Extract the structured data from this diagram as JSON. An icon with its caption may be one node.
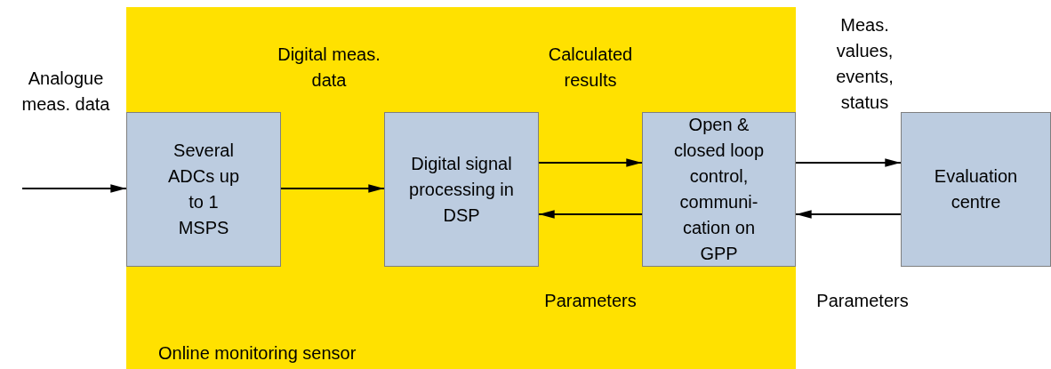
{
  "diagram": {
    "nodes": [
      {
        "text": [
          "Online monitoring sensor"
        ]
      },
      {
        "text": [
          "Several ADCs up to 1 MSPS"
        ],
        "in": 0
      },
      {
        "text": [
          "Digital signal processing in DSP"
        ],
        "in": 0
      },
      {
        "text": [
          "Open & closed loop control, communi- cation on GPP"
        ],
        "in": 0
      },
      {
        "text": [
          "Evaluation centre"
        ]
      }
    ],
    "edges": [
      {
        "from": null,
        "to": 1,
        "arrow": "to"
      },
      {
        "from": 1,
        "to": 2,
        "arrow": "to"
      },
      {
        "from": 2,
        "to": 3,
        "arrow": "to"
      },
      {
        "from": 3,
        "to": 2,
        "arrow": "to"
      },
      {
        "from": 3,
        "to": 4,
        "arrow": "to"
      },
      {
        "from": 4,
        "to": 3,
        "arrow": "to"
      }
    ],
    "labels": [
      "Analogue meas. data",
      "Digital meas. data",
      "Calculated results",
      "Meas. values, events, status",
      "Parameters",
      "Parameters"
    ]
  }
}
